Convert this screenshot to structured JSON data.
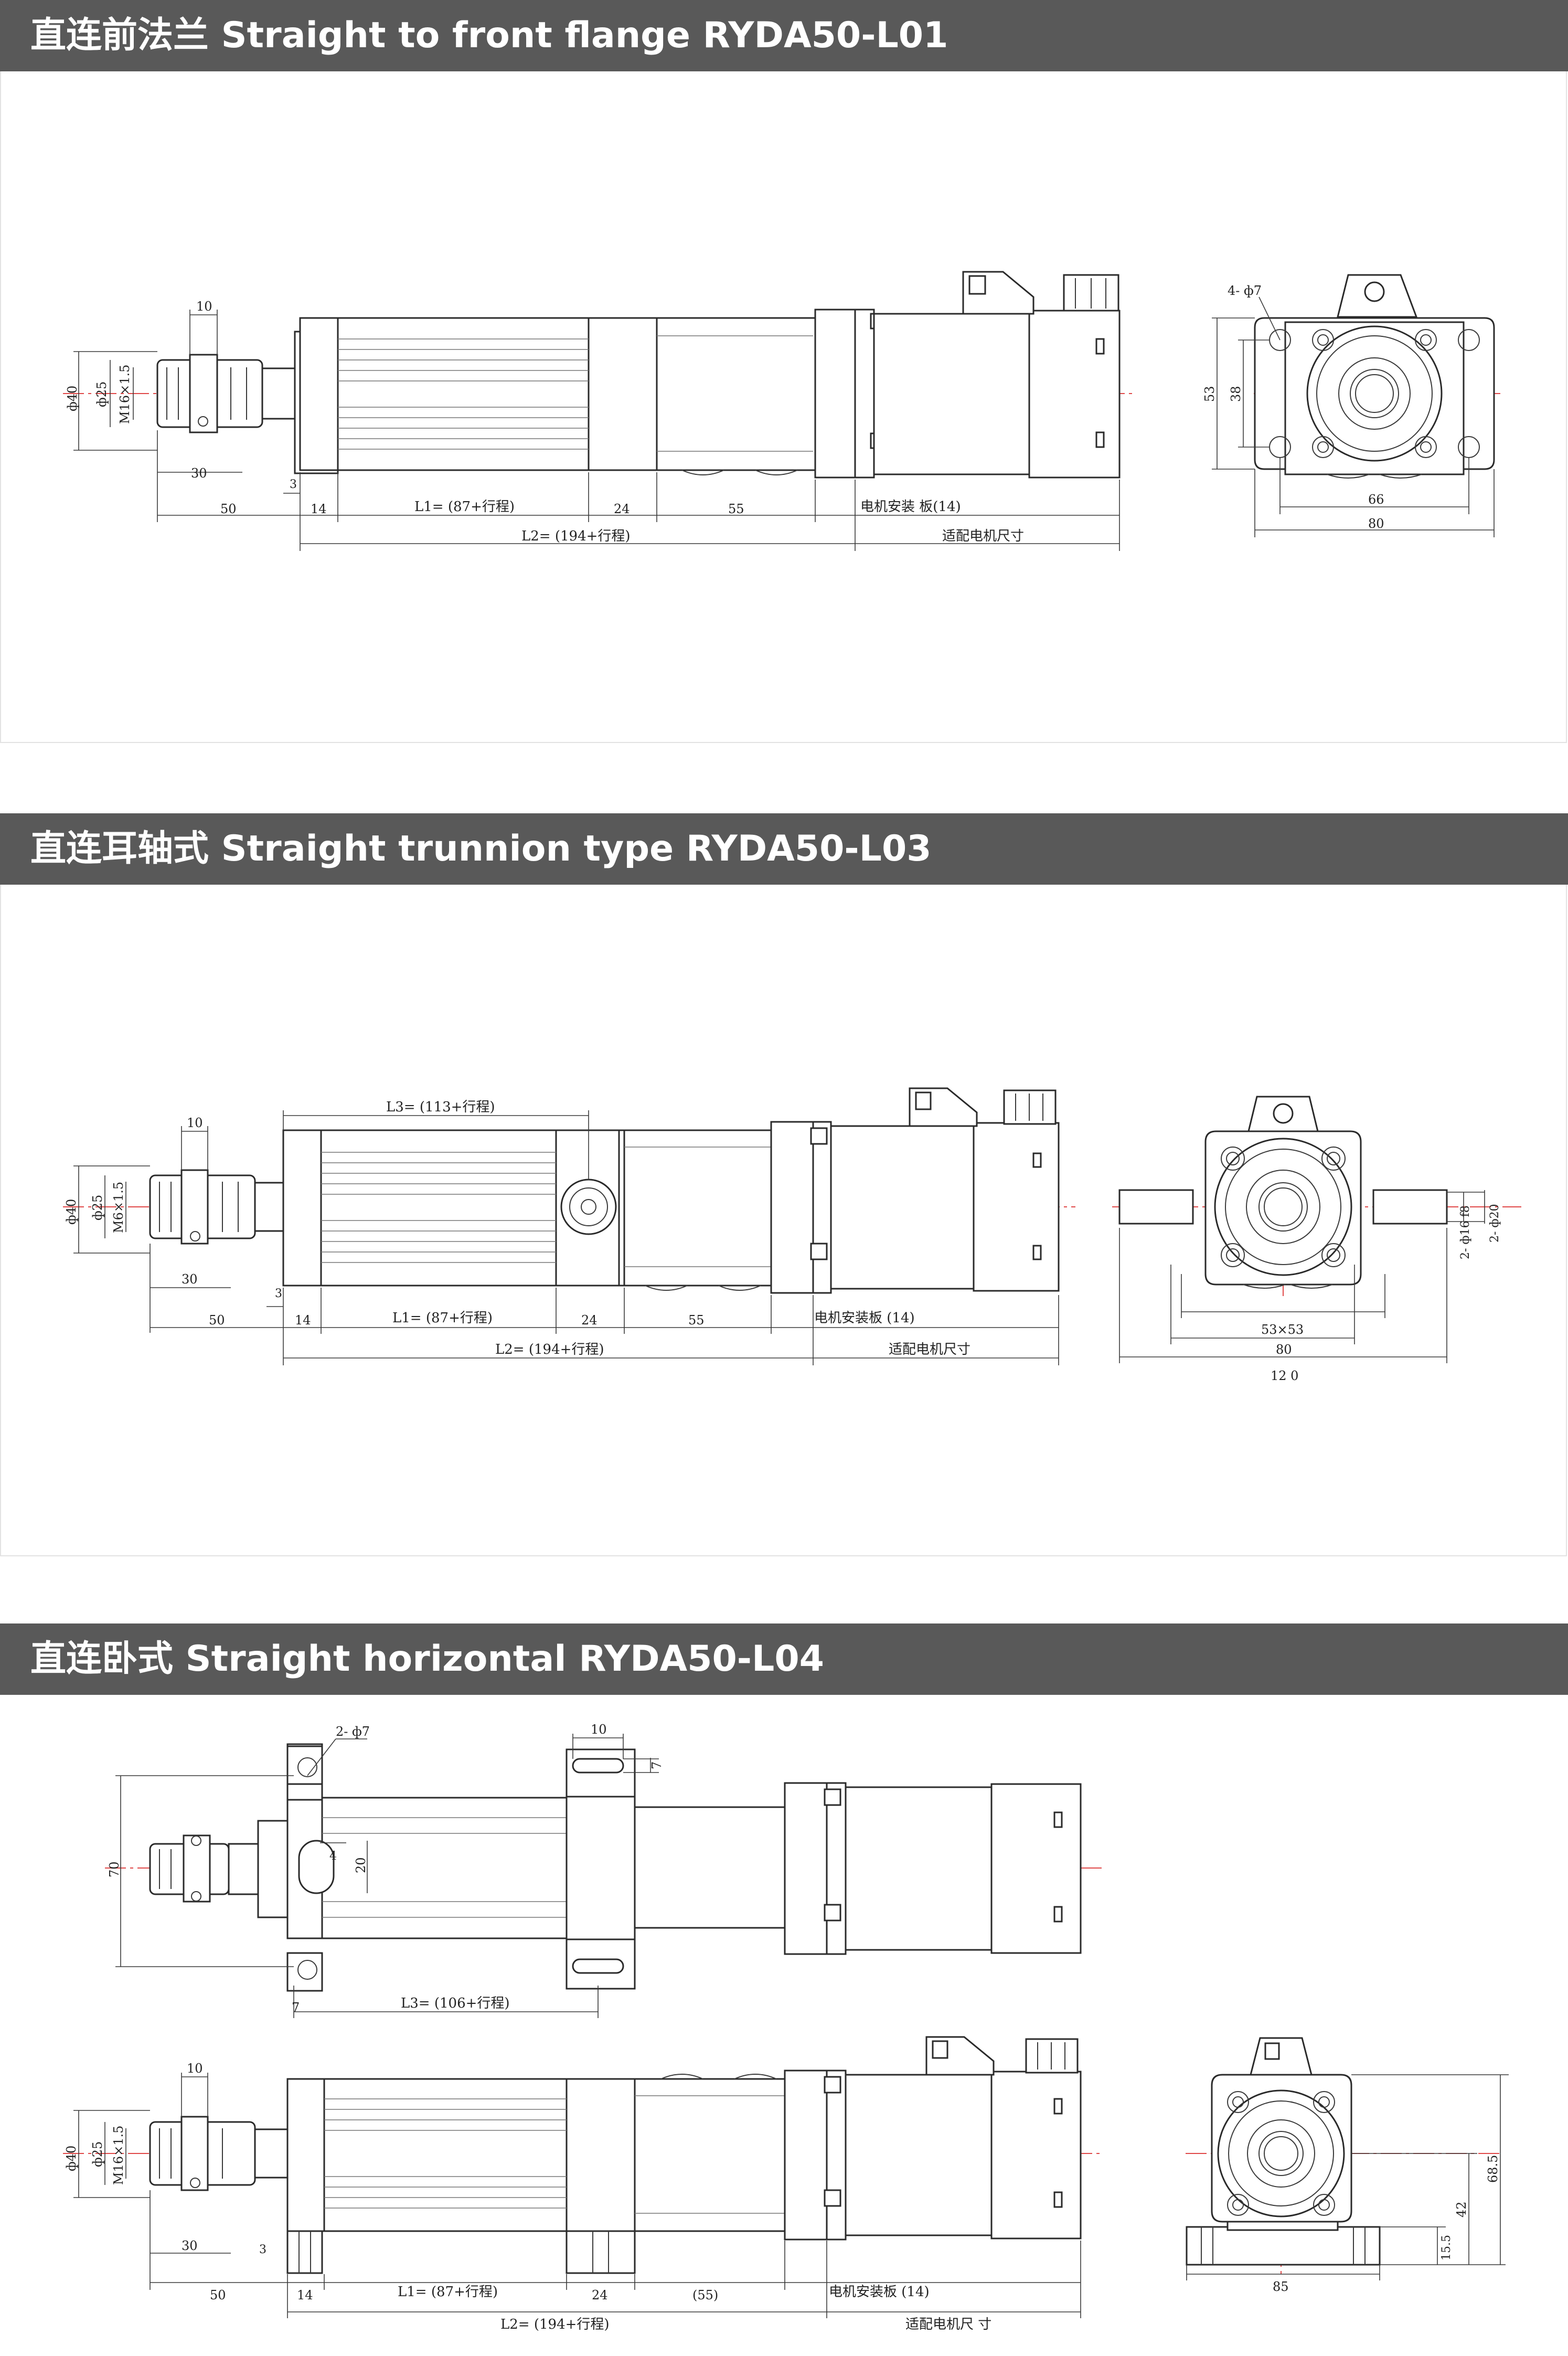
{
  "panels": [
    {
      "title": "直连前法兰 Straight to front flange RYDA50-L01",
      "labels": {
        "d10": "10",
        "phi40": "ф40",
        "phi25": "ф25",
        "thread": "M16×1.5",
        "d30": "30",
        "d3": "3",
        "d50": "50",
        "d14": "14",
        "l1": "L1= (87+行程)",
        "d24": "24",
        "d55": "55",
        "motor_plate": "电机安装 板(14)",
        "l2": "L2= (194+行程)",
        "motor_size": "适配电机尺寸",
        "holes": "4- ф7",
        "d53": "53",
        "d38": "38",
        "d66": "66",
        "d80": "80"
      }
    },
    {
      "title": "直连耳轴式 Straight trunnion type RYDA50-L03",
      "labels": {
        "d10": "10",
        "l3": "L3= (113+行程)",
        "phi40": "ф40",
        "phi25": "ф25",
        "thread": "M6×1.5",
        "d30": "30",
        "d3": "3",
        "d50": "50",
        "d14": "14",
        "l1": "L1= (87+行程)",
        "d24": "24",
        "d55": "55",
        "motor_plate": "电机安装板 (14)",
        "l2": "L2= (194+行程)",
        "motor_size": "适配电机尺寸",
        "pin16": "2- ф16 f8",
        "pin20": "2- ф20",
        "d53x53": "53×53",
        "d80": "80",
        "d120": "12 0"
      }
    },
    {
      "title": "直连卧式 Straight horizontal RYDA50-L04",
      "labels": {
        "holes": "2- ф7",
        "d10_top": "10",
        "d7_side": "7",
        "d70": "70",
        "d4": "4",
        "d20": "20",
        "d7": "7",
        "l3": "L3= (106+行程)",
        "d10": "10",
        "phi40": "ф40",
        "phi25": "ф25",
        "thread": "M16×1.5",
        "d30": "30",
        "d3": "3",
        "d50": "50",
        "d14": "14",
        "l1": "L1= (87+行程)",
        "d24": "24",
        "d55": "(55)",
        "motor_plate": "电机安装板 (14)",
        "l2": "L2= (194+行程)",
        "motor_size": "适配电机尺 寸",
        "d85": "85",
        "d15_5": "15.5",
        "d42": "42",
        "d68_5": "68.5"
      }
    }
  ]
}
